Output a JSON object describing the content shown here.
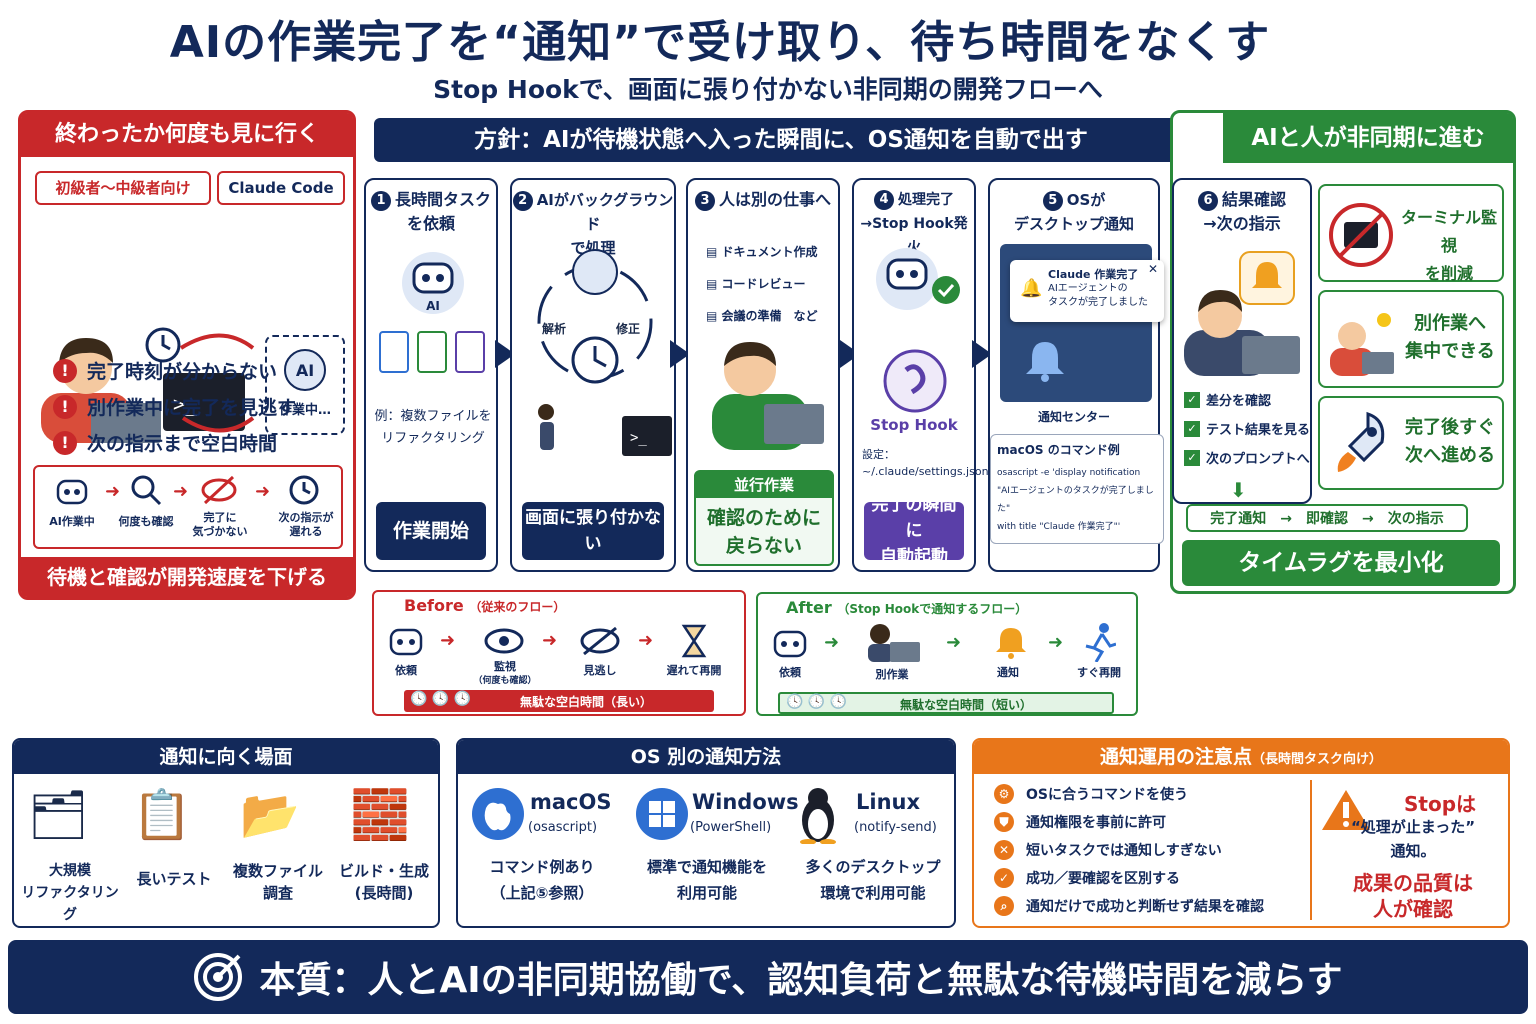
{
  "title": "AIの作業完了を“通知”で受け取り、待ち時間をなくす",
  "subtitle": "Stop Hookで、画面に張り付かない非同期の開発フローへ",
  "problem": {
    "header": "終わったか何度も見に行く",
    "tag1": "初級者〜中級者向け",
    "tag2": "Claude Code",
    "working": "作業中…",
    "warnings": [
      "完了時刻が分からない",
      "別作業中に完了を見逃す",
      "次の指示まで空白時間"
    ],
    "flow": [
      "AI作業中",
      "何度も確認",
      "完了に\n気づかない",
      "次の指示が\n遅れる"
    ],
    "footer": "待機と確認が開発速度を下げる"
  },
  "policy": "方針：AIが待機状態へ入った瞬間に、OS通知を自動で出す",
  "async_header": "AIと人が非同期に進む",
  "steps": [
    {
      "num": "1",
      "title": "長時間タスク\nを依頼",
      "note": "例：複数ファイルを\nリファクタリング",
      "foot": "作業開始"
    },
    {
      "num": "2",
      "title": "AIがバックグラウンド\nで処理",
      "analyze": "解析",
      "fix": "修正",
      "foot": "画面に張り付かない"
    },
    {
      "num": "3",
      "title": "人は別の仕事へ",
      "tasks": [
        "ドキュメント作成",
        "コードレビュー",
        "会議の準備　など"
      ],
      "parallel": "並行作業",
      "foot": "確認のために\n戻らない"
    },
    {
      "num": "4",
      "title": "処理完了\n→Stop Hook発火",
      "hook": "Stop Hook",
      "setting": "設定：\n~/.claude/settings.json",
      "foot": "完了の瞬間に\n自動起動"
    },
    {
      "num": "5",
      "title": "OSが\nデスクトップ通知",
      "notif_title": "Claude 作業完了",
      "notif_body": "AIエージェントの\nタスクが完了しました",
      "center": "通知センター",
      "cmd_head": "macOS のコマンド例",
      "cmd": "osascript -e 'display notification\n\"AIエージェントのタスクが完了しました\"\nwith title \"Claude 作業完了\"'"
    },
    {
      "num": "6",
      "title": "結果確認\n→次の指示",
      "checks": [
        "差分を確認",
        "テスト結果を見る",
        "次のプロンプトへ"
      ],
      "chain": "完了通知　→　即確認　→　次の指示",
      "foot": "タイムラグを最小化"
    }
  ],
  "benefits": [
    "ターミナル監視\nを削減",
    "別作業へ\n集中できる",
    "完了後すぐ\n次へ進める"
  ],
  "before": {
    "label": "Before",
    "sub": "（従来のフロー）",
    "flow": [
      "依頼",
      "監視",
      "見逃し",
      "遅れて再開"
    ],
    "flow_sub": "（何度も確認）",
    "idle": "無駄な空白時間（長い）"
  },
  "after": {
    "label": "After",
    "sub": "（Stop Hookで通知するフロー）",
    "flow": [
      "依頼",
      "別作業",
      "通知",
      "すぐ再開"
    ],
    "idle": "無駄な空白時間（短い）"
  },
  "scenes": {
    "header": "通知に向く場面",
    "items": [
      "大規模\nリファクタリング",
      "長いテスト",
      "複数ファイル\n調査",
      "ビルド・生成\n(長時間)"
    ]
  },
  "os": {
    "header": "OS 別の通知方法",
    "items": [
      {
        "name": "macOS",
        "tool": "(osascript)",
        "desc": "コマンド例あり\n（上記⑤参照）"
      },
      {
        "name": "Windows",
        "tool": "(PowerShell)",
        "desc": "標準で通知機能を\n利用可能"
      },
      {
        "name": "Linux",
        "tool": "(notify-send)",
        "desc": "多くのデスクトップ\n環境で利用可能"
      }
    ]
  },
  "caution": {
    "header": "通知運用の注意点",
    "header_sub": "（長時間タスク向け）",
    "items": [
      "OSに合うコマンドを使う",
      "通知権限を事前に許可",
      "短いタスクでは通知しすぎない",
      "成功／要確認を区別する",
      "通知だけで成功と判断せず結果を確認"
    ],
    "stop1": "Stopは",
    "stop2": "“処理が止まった”",
    "stop3": "通知。",
    "quality": "成果の品質は\n人が確認"
  },
  "essence": "本質：人とAIの非同期協働で、認知負荷と無駄な待機時間を減らす",
  "colors": {
    "navy": "#13295a",
    "red": "#c8282a",
    "green": "#2a8a3a",
    "orange": "#e8761a",
    "purple": "#5a3fa8"
  }
}
